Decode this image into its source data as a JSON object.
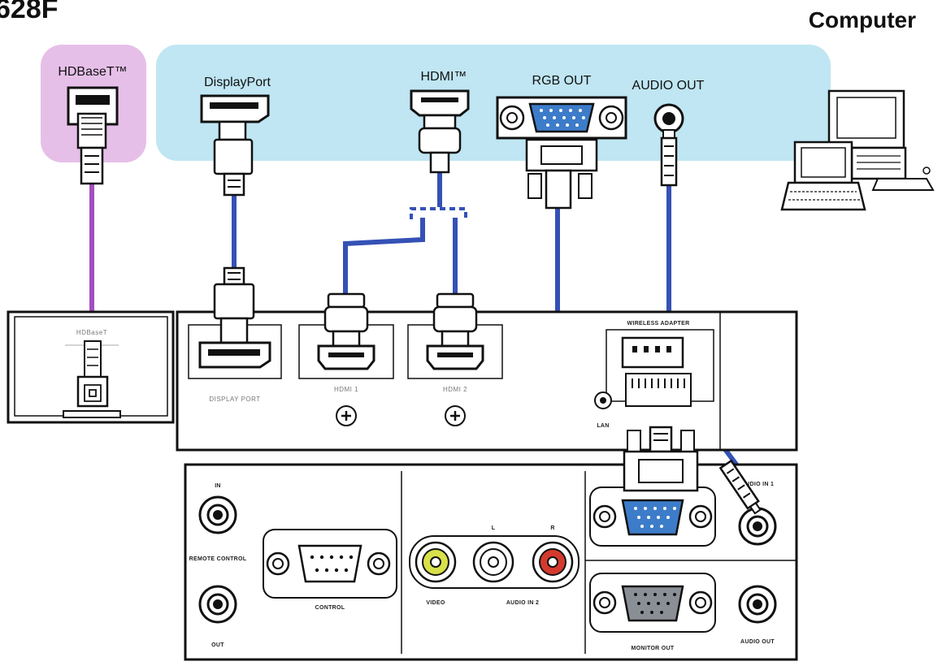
{
  "header": {
    "model": "628F",
    "device": "Computer"
  },
  "source_ports": {
    "hdbaset": "HDBaseT™",
    "displayport": "DisplayPort",
    "hdmi": "HDMI™",
    "rgb_out": "RGB OUT",
    "audio_out": "AUDIO OUT"
  },
  "projector": {
    "hdbaset": "HDBaseT",
    "display_port": "DISPLAY PORT",
    "hdmi1": "HDMI 1",
    "hdmi2": "HDMI 2",
    "usb": "WIRELESS ADAPTER",
    "lan": "LAN",
    "remote_in": "IN",
    "remote_control": "REMOTE CONTROL",
    "remote_out": "OUT",
    "control": "CONTROL",
    "audio_l": "L",
    "audio_r": "R",
    "video": "VIDEO",
    "audio_in2": "AUDIO IN 2",
    "audio_in1": "AUDIO IN 1",
    "monitor_out": "MONITOR OUT",
    "audio_out": "AUDIO OUT"
  },
  "colors": {
    "cable_blue": "#3551b5",
    "cable_purple": "#a24fbf",
    "source_band": "#bfe6f2",
    "hdbaset_band": "#e6bfe8",
    "rca_yellow": "#d8e04a",
    "rca_red": "#d43a2e",
    "vga_blue": "#3d7cc9"
  }
}
